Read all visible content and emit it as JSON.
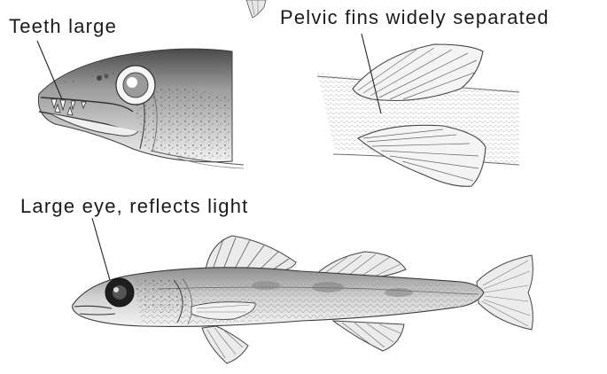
{
  "labels": {
    "teeth": "Teeth large",
    "pelvic_fins": "Pelvic fins widely separated",
    "eye": "Large eye, reflects light"
  },
  "colors": {
    "ink": "#1a1a1a",
    "shade": "#6f6f6f",
    "light_shade": "#b9b9b9",
    "background": "#ffffff"
  }
}
